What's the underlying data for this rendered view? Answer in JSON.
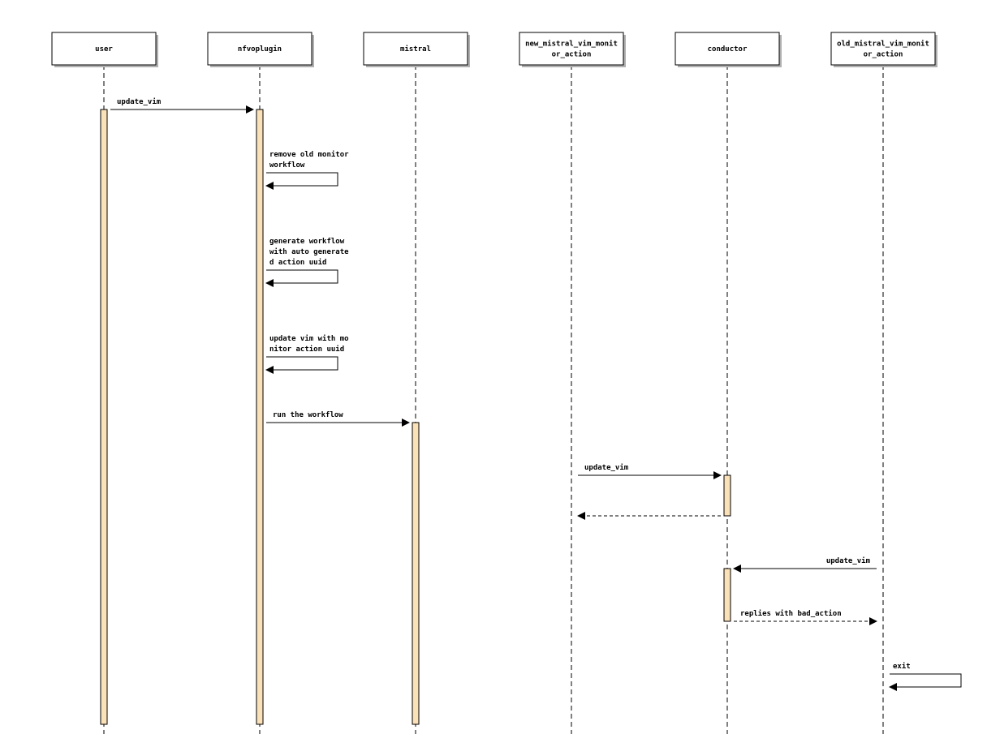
{
  "participants": [
    {
      "id": "user",
      "lines": [
        "user"
      ]
    },
    {
      "id": "nfvoplugin",
      "lines": [
        "nfvoplugin"
      ]
    },
    {
      "id": "mistral",
      "lines": [
        "mistral"
      ]
    },
    {
      "id": "new_mistral_vim_monitor_action",
      "lines": [
        "new_mistral_vim_monit",
        "or_action"
      ]
    },
    {
      "id": "conductor",
      "lines": [
        "conductor"
      ]
    },
    {
      "id": "old_mistral_vim_monitor_action",
      "lines": [
        "old_mistral_vim_monit",
        "or_action"
      ]
    }
  ],
  "messages": [
    {
      "id": "m1",
      "from": "user",
      "to": "nfvoplugin",
      "kind": "sync",
      "lines": [
        "update_vim"
      ]
    },
    {
      "id": "m2",
      "from": "nfvoplugin",
      "to": "nfvoplugin",
      "kind": "self",
      "lines": [
        "remove old monitor",
        " workflow"
      ]
    },
    {
      "id": "m3",
      "from": "nfvoplugin",
      "to": "nfvoplugin",
      "kind": "self",
      "lines": [
        "generate workflow",
        "with auto generate",
        "d action uuid"
      ]
    },
    {
      "id": "m4",
      "from": "nfvoplugin",
      "to": "nfvoplugin",
      "kind": "self",
      "lines": [
        "update vim with mo",
        "nitor action uuid"
      ]
    },
    {
      "id": "m5",
      "from": "nfvoplugin",
      "to": "mistral",
      "kind": "sync",
      "lines": [
        "run the workflow"
      ]
    },
    {
      "id": "m6",
      "from": "new_mistral_vim_monitor_action",
      "to": "conductor",
      "kind": "sync",
      "lines": [
        "update_vim"
      ]
    },
    {
      "id": "m7",
      "from": "conductor",
      "to": "new_mistral_vim_monitor_action",
      "kind": "reply",
      "lines": []
    },
    {
      "id": "m8",
      "from": "old_mistral_vim_monitor_action",
      "to": "conductor",
      "kind": "sync",
      "lines": [
        "update_vim"
      ]
    },
    {
      "id": "m9",
      "from": "conductor",
      "to": "old_mistral_vim_monitor_action",
      "kind": "reply",
      "lines": [
        "replies with bad_action"
      ]
    },
    {
      "id": "m10",
      "from": "old_mistral_vim_monitor_action",
      "to": "old_mistral_vim_monitor_action",
      "kind": "self",
      "lines": [
        "exit"
      ]
    }
  ],
  "colors": {
    "activation_fill": "#fbe1b8",
    "box_fill": "#ffffff",
    "stroke": "#000000",
    "shadow": "#b0b0b0"
  }
}
